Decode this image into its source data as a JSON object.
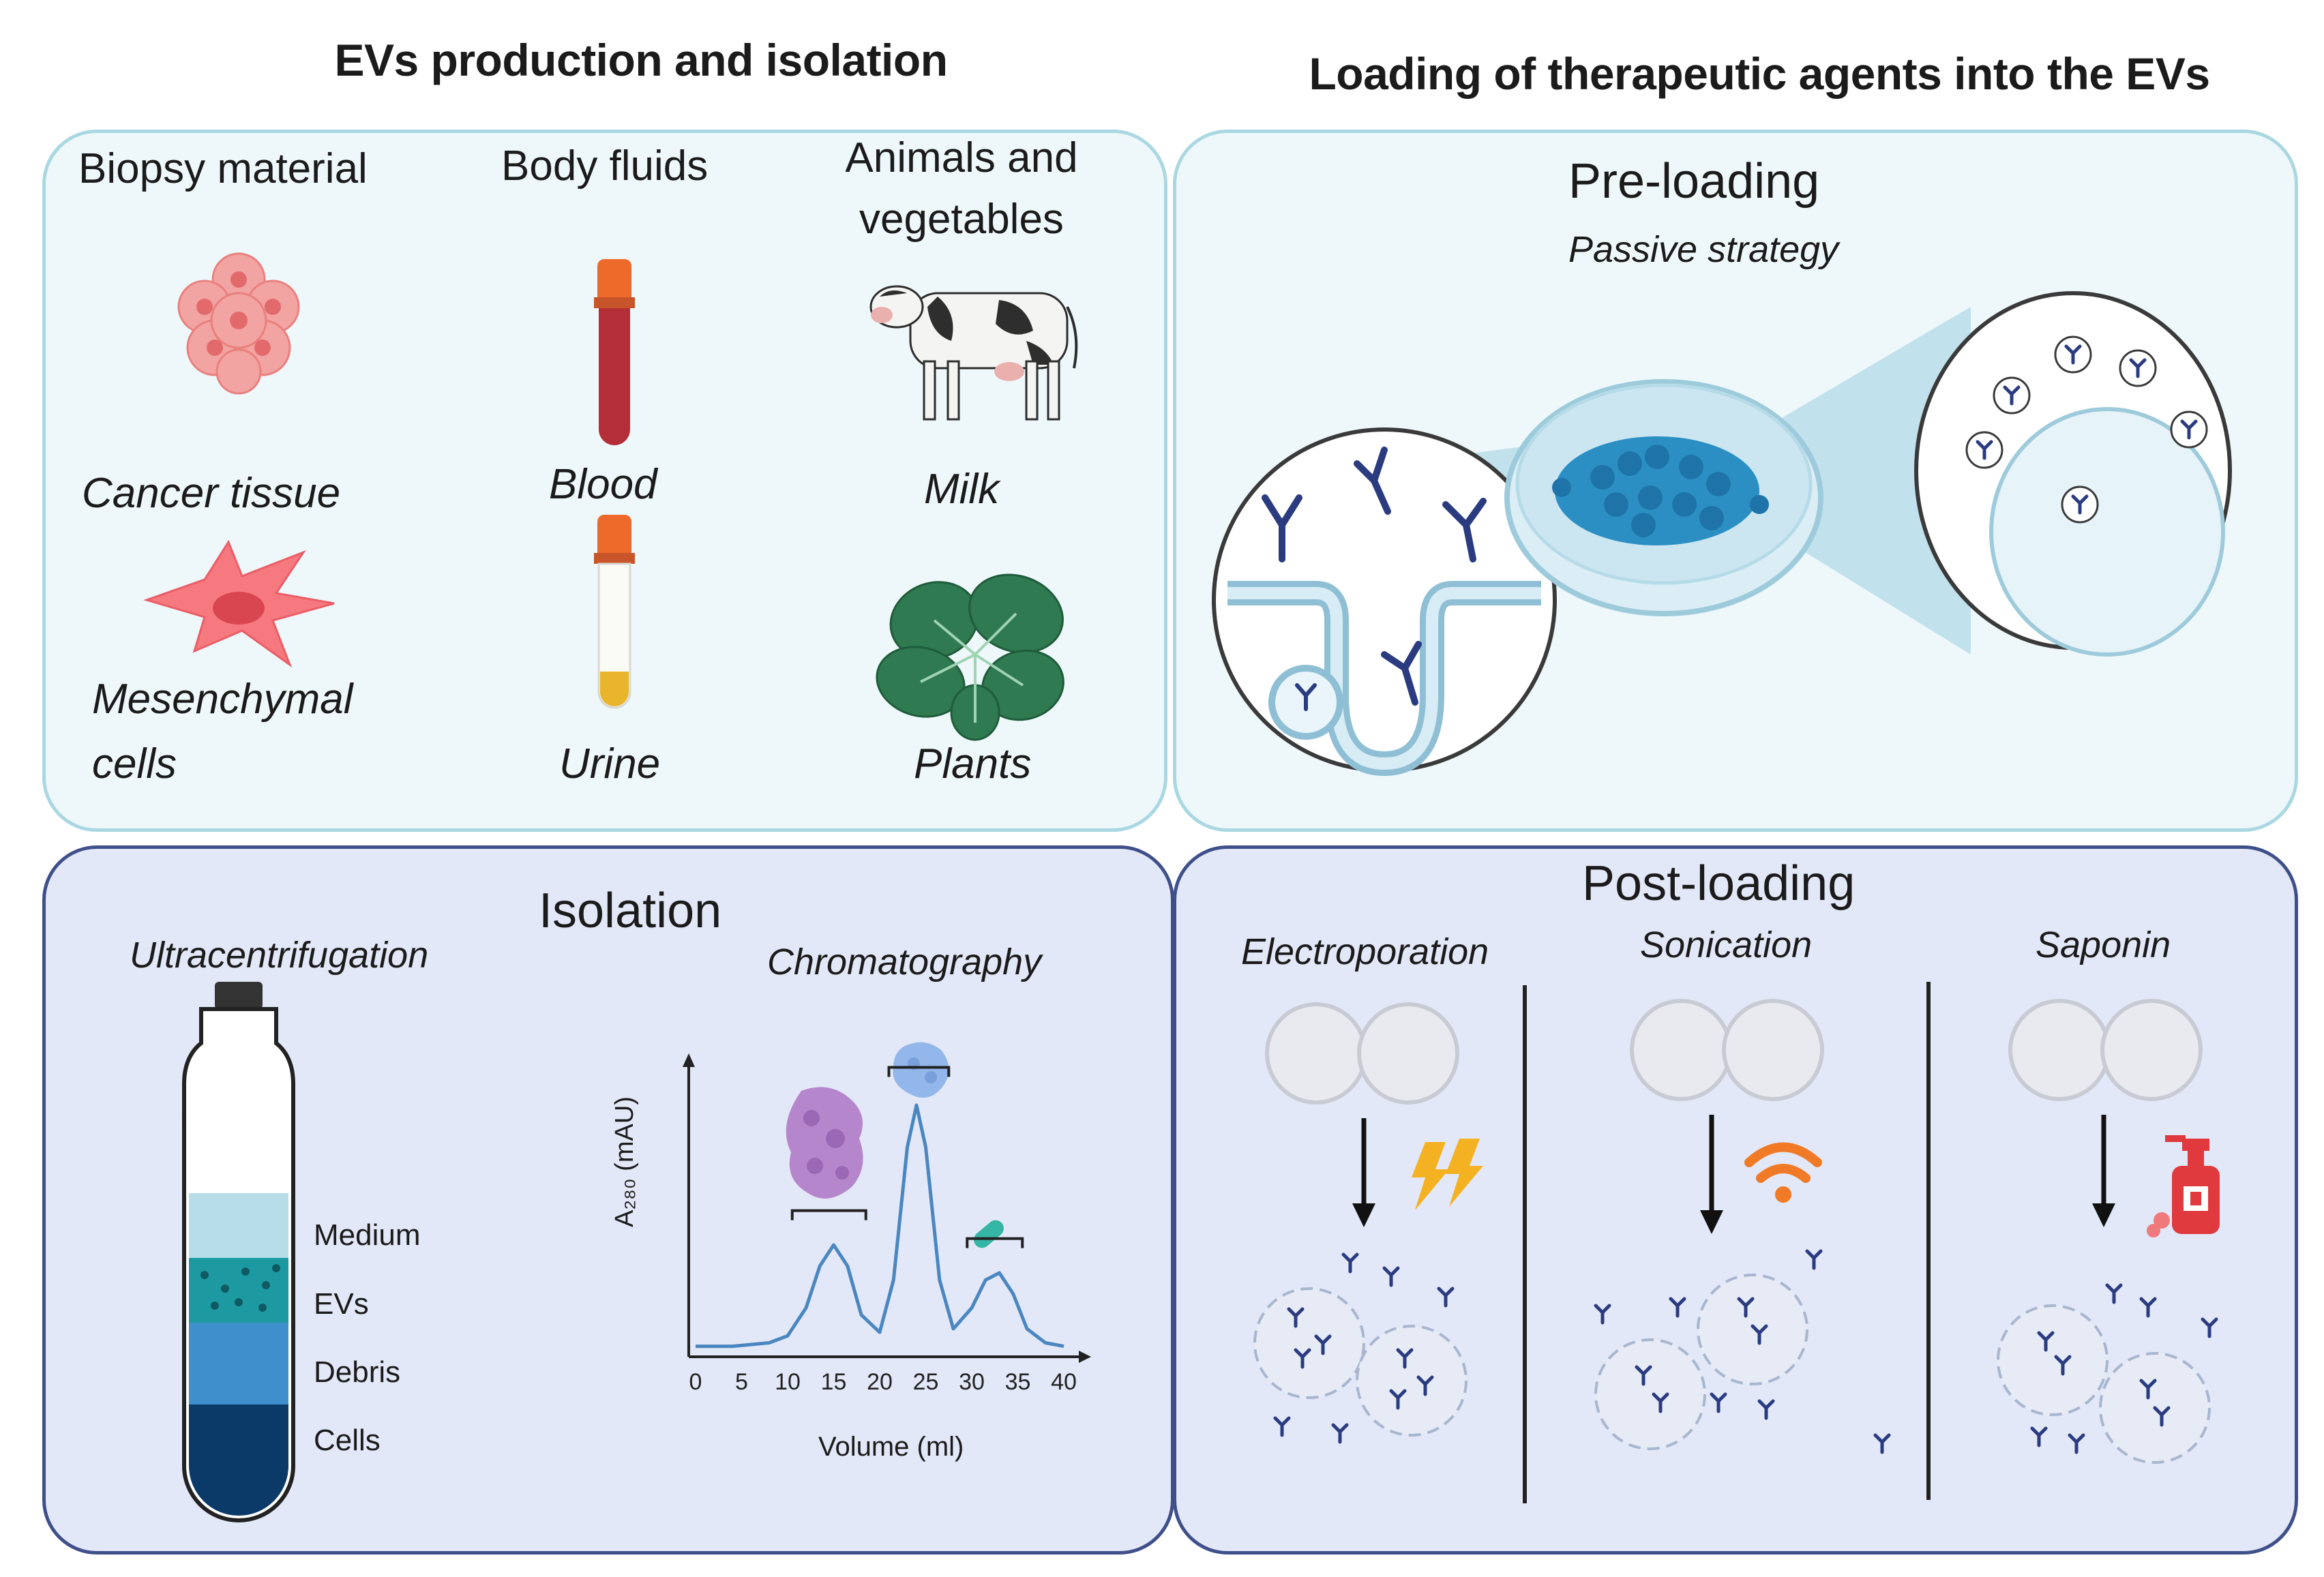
{
  "headings": {
    "left": "EVs production and isolation",
    "right": "Loading of therapeutic agents into the EVs"
  },
  "sources": {
    "col1_header": "Biopsy material",
    "col2_header": "Body fluids",
    "col3_header_line1": "Animals and",
    "col3_header_line2": "vegetables",
    "cancer_tissue": "Cancer tissue",
    "mesenchymal_line1": "Mesenchymal",
    "mesenchymal_line2": "cells",
    "blood": "Blood",
    "urine": "Urine",
    "milk": "Milk",
    "plants": "Plants"
  },
  "preloading": {
    "title": "Pre-loading",
    "subtitle": "Passive strategy"
  },
  "isolation": {
    "title": "Isolation",
    "ultracentrifugation": "Ultracentrifugation",
    "chromatography": "Chromatography",
    "layers": [
      "Medium",
      "EVs",
      "Debris",
      "Cells"
    ],
    "ylabel": "A₂₈₀ (mAU)",
    "xlabel": "Volume (ml)"
  },
  "postloading": {
    "title": "Post-loading",
    "methods": [
      "Electroporation",
      "Sonication",
      "Saponin"
    ]
  },
  "chart_data": {
    "type": "line",
    "xlabel": "Volume (ml)",
    "ylabel": "A₂₈₀ (mAU)",
    "xlim": [
      0,
      40
    ],
    "xticks": [
      "0",
      "5",
      "10",
      "15",
      "20",
      "25",
      "30",
      "35",
      "40"
    ],
    "series": [
      {
        "x": [
          0,
          4,
          8,
          10,
          12,
          13.5,
          15,
          16.5,
          18,
          20,
          21.5,
          23,
          24,
          25,
          26.5,
          28,
          30,
          31.5,
          33,
          34.5,
          36,
          38,
          40
        ],
        "y": [
          3,
          3,
          4,
          6,
          14,
          26,
          32,
          26,
          12,
          7,
          22,
          60,
          72,
          60,
          22,
          8,
          14,
          22,
          24,
          18,
          8,
          4,
          3
        ]
      }
    ],
    "colors": {
      "line": "#4a86c0"
    }
  },
  "colors": {
    "light_panel_bg": "#eef8fb",
    "light_panel_border": "#a9d7e2",
    "dark_panel_bg": "#e3e8f8",
    "dark_panel_border": "#3f4f8a",
    "antibody": "#2a3b80",
    "cell_pink": "#f07a7f",
    "blood_red": "#b32e37",
    "cap_orange": "#e8672a",
    "urine_yellow": "#e8b52b",
    "wifi_orange": "#f07a25",
    "bolt_yellow": "#f4b223",
    "soap_red": "#e03a3e"
  }
}
